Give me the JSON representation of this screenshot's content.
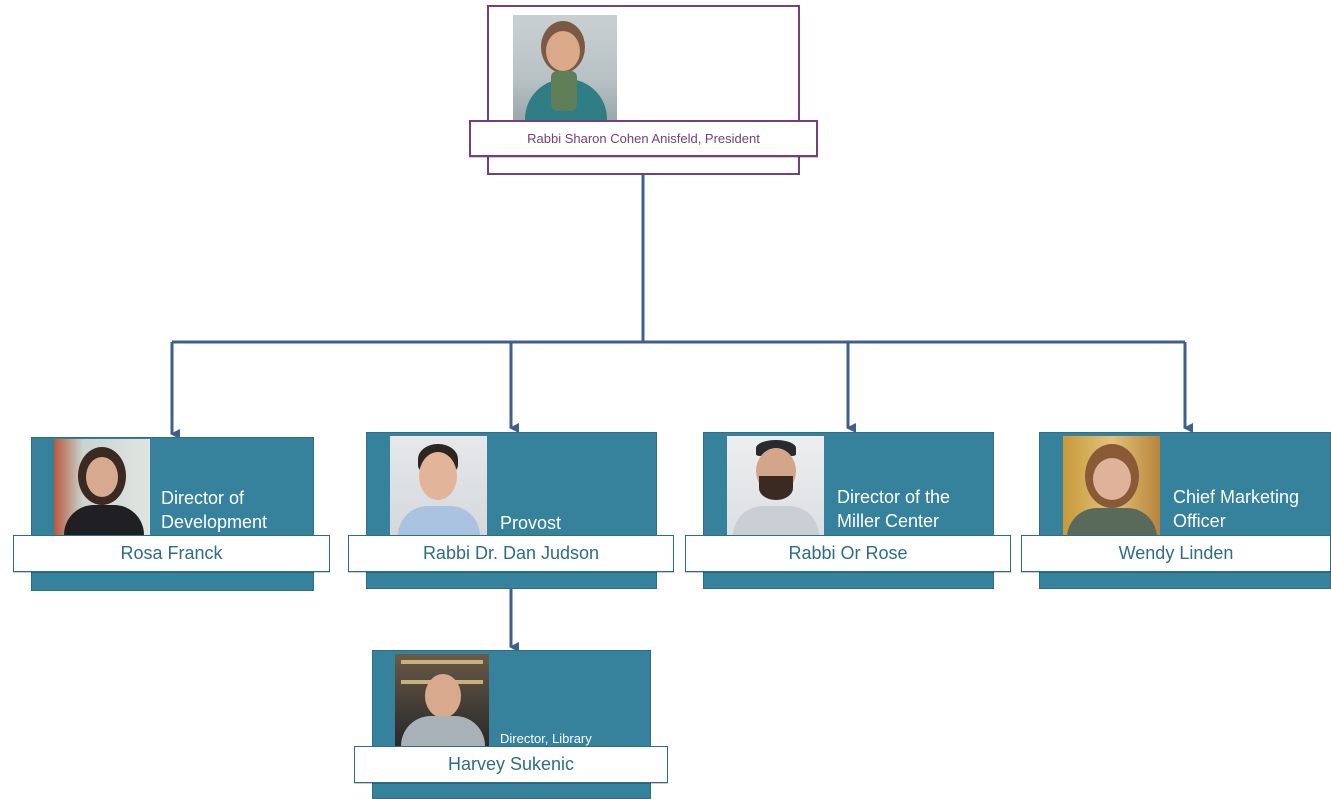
{
  "colors": {
    "card": "#36819b",
    "connector": "#3f5f8f",
    "president_border": "#74407a",
    "name_text": "#2d6d85"
  },
  "president": {
    "name_title": "Rabbi Sharon Cohen Anisfeld, President"
  },
  "reports": [
    {
      "role": "Director of Development",
      "name": "Rosa Franck"
    },
    {
      "role": "Provost",
      "name": "Rabbi Dr. Dan Judson"
    },
    {
      "role": "Director of the Miller Center",
      "name": "Rabbi Or Rose"
    },
    {
      "role": "Chief Marketing Officer",
      "name": "Wendy Linden"
    }
  ],
  "sub_report": {
    "role": "Director, Library",
    "name": "Harvey Sukenic"
  }
}
